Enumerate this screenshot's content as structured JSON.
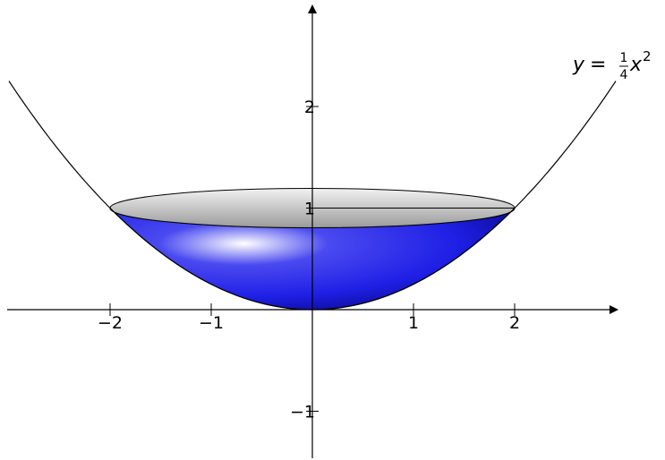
{
  "equation": {
    "lhs": "y",
    "equals": "=",
    "numerator": "1",
    "denominator": "4",
    "variable": "x",
    "exponent": "2"
  },
  "x_ticks": [
    {
      "value": -2,
      "label": "−2"
    },
    {
      "value": -1,
      "label": "−1"
    },
    {
      "value": 1,
      "label": "1"
    },
    {
      "value": 2,
      "label": "2"
    }
  ],
  "y_ticks": [
    {
      "value": 2,
      "label": "2"
    },
    {
      "value": 1,
      "label": "1"
    },
    {
      "value": -1,
      "label": "−1"
    }
  ],
  "curve": {
    "coefficient": 0.25,
    "x_range": [
      -3,
      3
    ]
  },
  "bowl": {
    "x_range": [
      -2,
      2
    ],
    "rim_height": 1
  },
  "colors": {
    "bowl_fill": "#1f1fe6",
    "bowl_highlight": "#ffffff",
    "rim_light": "#f2f2f2",
    "rim_dark": "#9a9a9a",
    "line": "#000000"
  }
}
